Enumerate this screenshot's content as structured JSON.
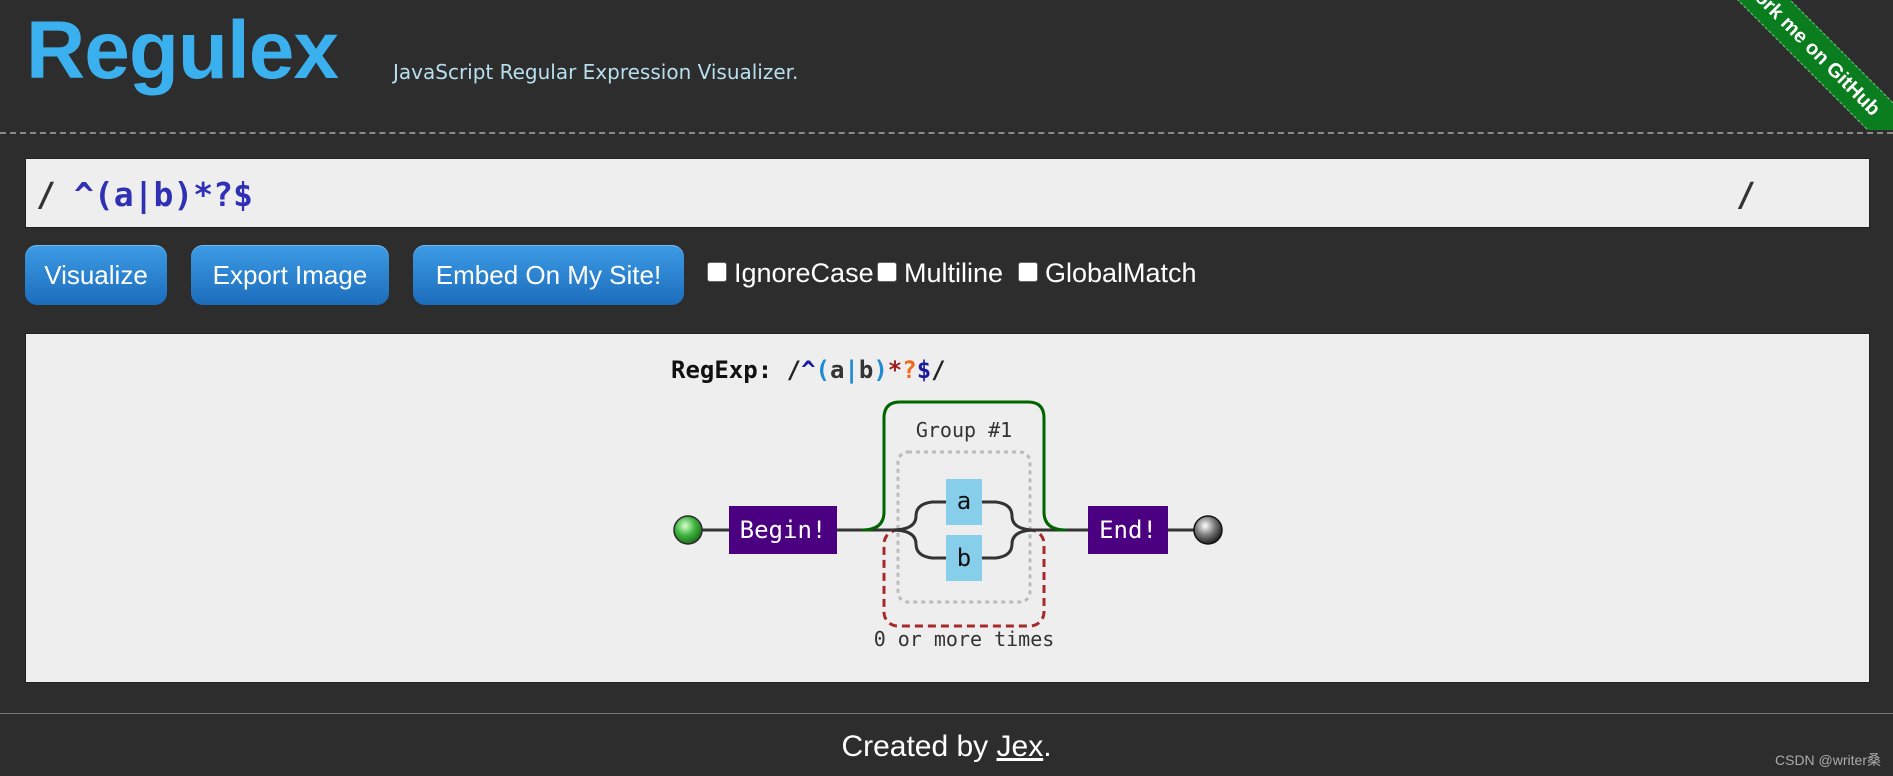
{
  "header": {
    "logo": "Regulex",
    "tagline": "JavaScript Regular Expression Visualizer.",
    "ribbon": "Fork me on GitHub"
  },
  "regex_input": {
    "left_slash": "/",
    "value": "^(a|b)*?$",
    "right_slash": "/"
  },
  "toolbar": {
    "visualize": "Visualize",
    "export_image": "Export Image",
    "embed": "Embed On My Site!",
    "options": [
      {
        "label": "IgnoreCase",
        "checked": false
      },
      {
        "label": "Multiline",
        "checked": false
      },
      {
        "label": "GlobalMatch",
        "checked": false
      }
    ]
  },
  "visual": {
    "label": "RegExp:",
    "tokens": [
      "/",
      "^",
      "(",
      "a",
      "|",
      "b",
      ")",
      "*",
      "?",
      "$",
      "/"
    ],
    "begin": "Begin!",
    "end": "End!",
    "group": "Group #1",
    "branch_a": "a",
    "branch_b": "b",
    "repeat": "0 or more times",
    "colors": {
      "begin_end_box": "#4b0082",
      "char_box": "#87ceeb",
      "group_line": "#006400",
      "repeat_line": "#a52a2a"
    }
  },
  "footer": {
    "prefix": "Created by ",
    "link": "Jex",
    "suffix": ".",
    "watermark": "CSDN @writer桑"
  }
}
